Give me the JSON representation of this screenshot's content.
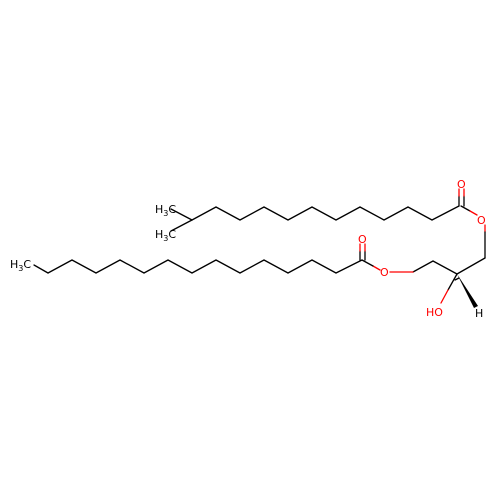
{
  "molecule": {
    "atom_labels": {
      "ch3_top": {
        "main": "H",
        "sub": "3",
        "tail": "C"
      },
      "ch3_mid": {
        "main": "H",
        "sub": "3",
        "tail": "C"
      },
      "ch3_left": {
        "main": "H",
        "sub": "3",
        "tail": "C"
      },
      "carbonyl_o_top": "O",
      "ester_o_top": "O",
      "carbonyl_o_mid": "O",
      "ester_o_mid": "O",
      "hydroxyl": "HO",
      "stereo_h": "H"
    },
    "colors": {
      "carbon": "#000000",
      "oxygen": "#ff0000"
    }
  }
}
